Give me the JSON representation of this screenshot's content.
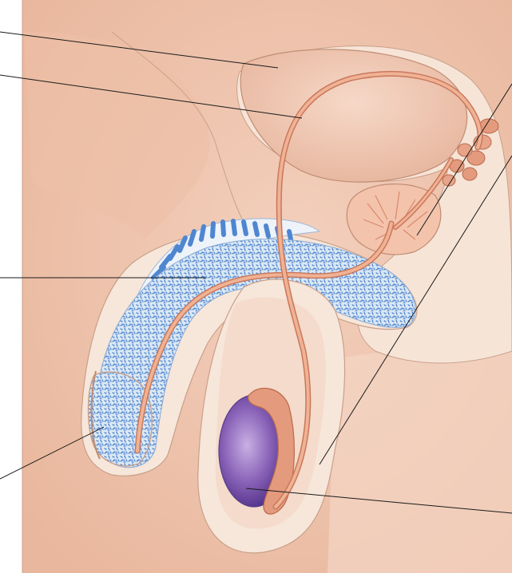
{
  "figure": {
    "labels": [],
    "colors": {
      "skin": "#f0c4ad",
      "skin_light": "#f7e6da",
      "skin_edge": "#c9a08a",
      "duct": "#e49a7c",
      "duct_dark": "#c9785c",
      "erectile_blue": "#5a8fd6",
      "erectile_bg": "#dbe8f4",
      "testis": "#8a63b8",
      "testis_dark": "#5a3d8c",
      "leader_line": "#1a1a1a"
    },
    "structures": [
      "urinary-bladder",
      "vas-deferens",
      "seminal-vesicle",
      "prostate-gland",
      "urethra",
      "corpus-cavernosum",
      "corpus-spongiosum",
      "glans",
      "epididymis",
      "testis",
      "scrotum"
    ],
    "leader_line_count": 7
  }
}
